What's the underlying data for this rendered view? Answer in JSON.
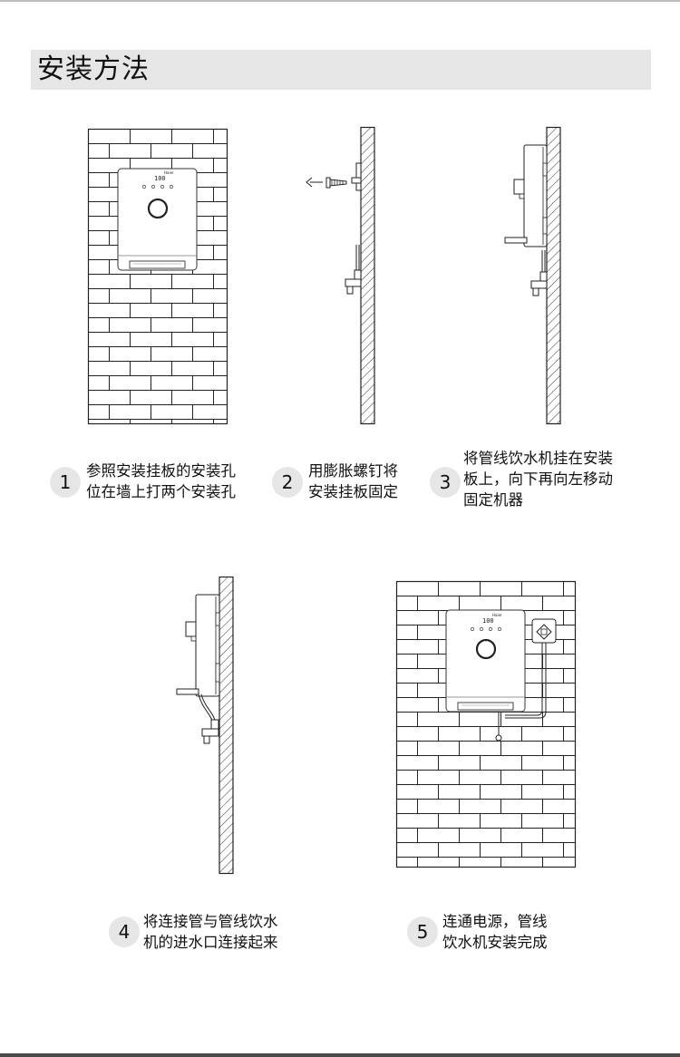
{
  "header": {
    "title": "安装方法"
  },
  "device": {
    "brand": "Haier",
    "display": "100"
  },
  "icons": {
    "pulling_arrow": "arrow-left-icon",
    "plug": "power-plug-icon"
  },
  "steps": [
    {
      "number": "1",
      "lines": [
        "参照安装挂板的安装孔",
        "位在墙上打两个安装孔"
      ]
    },
    {
      "number": "2",
      "lines": [
        "用膨胀螺钉将",
        "安装挂板固定"
      ]
    },
    {
      "number": "3",
      "lines": [
        "将管线饮水机挂在安装",
        "板上，向下再向左移动",
        "固定机器"
      ]
    },
    {
      "number": "4",
      "lines": [
        "将连接管与管线饮水",
        "机的进水口连接起来"
      ]
    },
    {
      "number": "5",
      "lines": [
        "连通电源，管线",
        "饮水机安装完成"
      ]
    }
  ]
}
